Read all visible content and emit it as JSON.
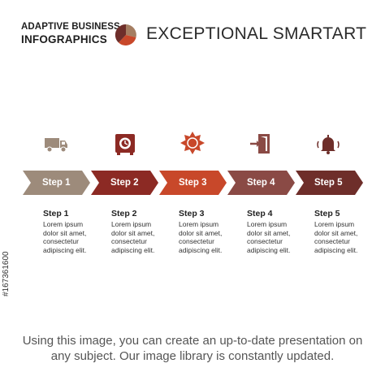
{
  "header": {
    "brand_line1": "ADAPTIVE BUSINESS",
    "brand_line2": "INFOGRAPHICS",
    "title": "EXCEPTIONAL SMARTART",
    "logo_icon": "pie-logo-icon"
  },
  "colors": {
    "step1": "#9d8b7b",
    "step2": "#8c2a24",
    "step3": "#c8482a",
    "step4": "#8a4a45",
    "step5": "#6e2e2a"
  },
  "steps": [
    {
      "label": "Step 1",
      "title": "Step 1",
      "text": "Lorem ipsum\ndolor sit amet,\nconsectetur\nadipiscing elit.",
      "icon": "truck-icon"
    },
    {
      "label": "Step 2",
      "title": "Step 2",
      "text": "Lorem ipsum\ndolor sit amet,\nconsectetur\nadipiscing elit.",
      "icon": "safe-icon"
    },
    {
      "label": "Step 3",
      "title": "Step 3",
      "text": "Lorem ipsum\ndolor sit amet,\nconsectetur\nadipiscing elit.",
      "icon": "badge-icon"
    },
    {
      "label": "Step 4",
      "title": "Step 4",
      "text": "Lorem ipsum\ndolor sit amet,\nconsectetur\nadipiscing elit.",
      "icon": "exit-door-icon"
    },
    {
      "label": "Step 5",
      "title": "Step 5",
      "text": "Lorem ipsum\ndolor sit amet,\nconsectetur\nadipiscing elit.",
      "icon": "alarm-bell-icon"
    }
  ],
  "stock_id": "#167361600",
  "footer": {
    "line1": "Using this image, you can create an up-to-date presentation on",
    "line2": "any subject. Our image library is constantly updated."
  }
}
